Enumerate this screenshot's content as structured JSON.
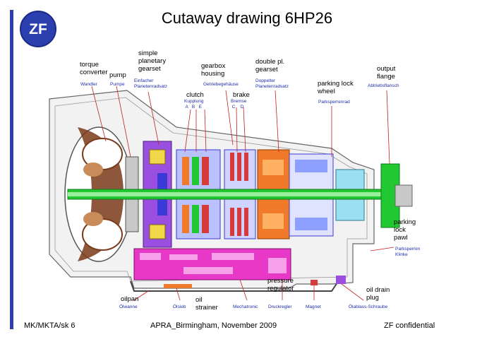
{
  "title": "Cutaway drawing 6HP26",
  "logo": "ZF",
  "labels": {
    "torque_converter": "torque\nconverter",
    "torque_converter_de": "Wandler",
    "pump": "pump",
    "pump_de": "Pumpe",
    "simple_planetary": "simple\nplanetary\ngearset",
    "simple_planetary_de": "Einfacher\nPlanetenradsatz",
    "clutch": "clutch",
    "clutch_de": "Kupplung\n A   B   E",
    "gearbox_housing": "gearbox\nhousing",
    "gearbox_housing_de": "Getriebegehäuse",
    "brake": "brake",
    "brake_de": "Bremse\n C    D",
    "double_planetary": "double pl.\ngearset",
    "double_planetary_de": "Doppelter\nPlanetenradsatz",
    "parking_lock_wheel": "parking lock\nwheel",
    "parking_lock_wheel_de": "Parksperrenrad",
    "output_flange": "output\nflange",
    "output_flange_de": "Abtriebsflansch",
    "parking_lock_pawl": "parking\nlock\npawl",
    "parking_lock_pawl_de": "Parksperren\nKlinke",
    "oilpan": "oilpan",
    "oilpan_de": "Ölwanne",
    "oil_strainer": "oil\nstrainer",
    "oil_strainer_de": "Ölsieb",
    "mechatronic_de": "Mechatronic",
    "pressure_regulator": "pressure\nregulator",
    "pressure_regulator_de": "Druckregler",
    "magnet_de": "Magnet",
    "oil_drain_plug": "oil drain\nplug",
    "oil_drain_plug_de": "Ölablass-Schraube"
  },
  "footer": {
    "left": "MK/MKTA/sk  6",
    "center": "APRA_Birmingham, November 2009",
    "right": "ZF confidential"
  },
  "colors": {
    "accent_blue": "#2b3fae",
    "german_label": "#1f2fa8",
    "shaft_green": "#22c832",
    "mechatronic_magenta": "#e838c8",
    "planetary_orange": "#f07a2a",
    "converter_brown": "#7a3a1a"
  }
}
